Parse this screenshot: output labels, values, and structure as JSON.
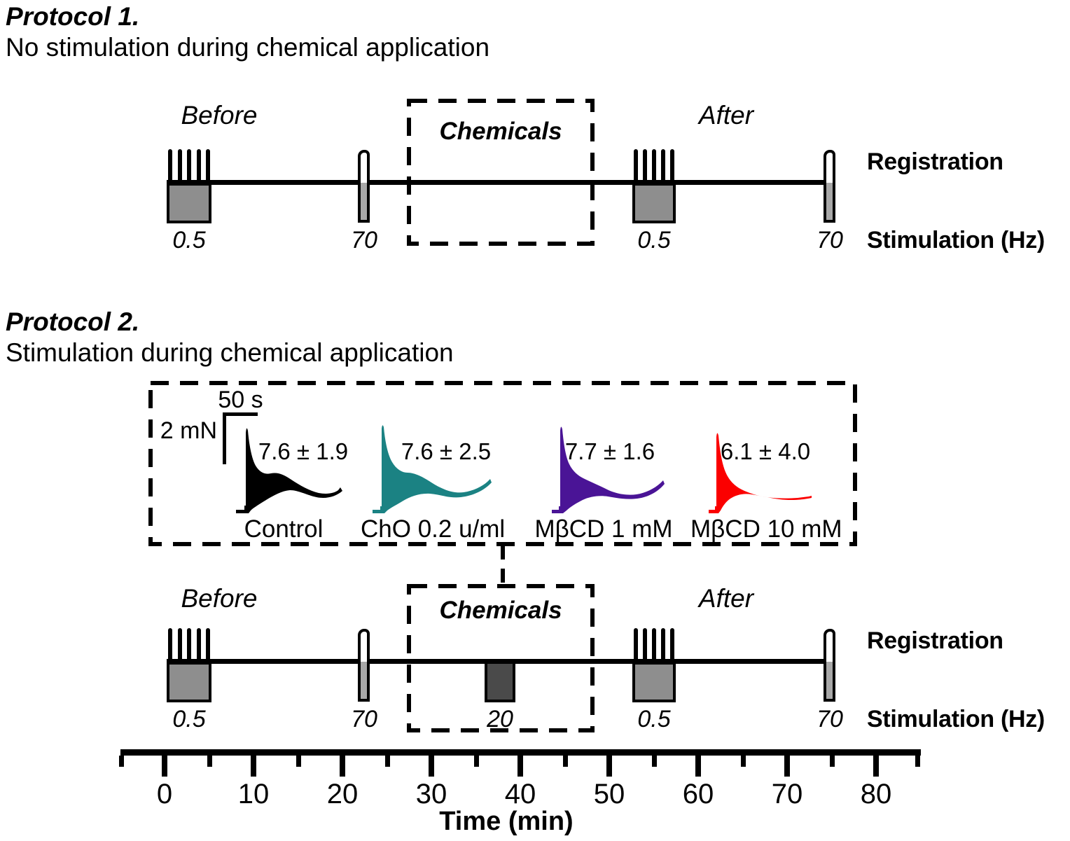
{
  "figure": {
    "protocol1": {
      "title": "Protocol 1.",
      "subtitle": "No stimulation during chemical application",
      "phase_labels": {
        "before": "Before",
        "chemicals": "Chemicals",
        "after": "After"
      },
      "row_labels": {
        "registration": "Registration",
        "stimulation": "Stimulation (Hz)"
      },
      "stimulation_hz": {
        "before_low": "0.5",
        "before_high": "70",
        "after_low": "0.5",
        "after_high": "70"
      }
    },
    "protocol2": {
      "title": "Protocol 2.",
      "subtitle": "Stimulation during chemical application",
      "phase_labels": {
        "before": "Before",
        "chemicals": "Chemicals",
        "after": "After"
      },
      "row_labels": {
        "registration": "Registration",
        "stimulation": "Stimulation (Hz)"
      },
      "stimulation_hz": {
        "before_low": "0.5",
        "before_high": "70",
        "during": "20",
        "after_low": "0.5",
        "after_high": "70"
      }
    },
    "inset": {
      "scale_bar": {
        "time": "50 s",
        "force": "2 mN"
      },
      "traces": [
        {
          "label": "Control",
          "value": "7.6 ± 1.9",
          "color": "#000000"
        },
        {
          "label": "ChO 0.2 u/ml",
          "value": "7.6 ± 2.5",
          "color": "#1B8283"
        },
        {
          "label": "MβCD 1 mM",
          "value": "7.7 ± 1.6",
          "color": "#4A1496"
        },
        {
          "label": "MβCD 10 mM",
          "value": "6.1 ± 4.0",
          "color": "#FB0000"
        }
      ]
    },
    "time_axis": {
      "tick_labels": [
        "0",
        "10",
        "20",
        "30",
        "40",
        "50",
        "60",
        "70",
        "80"
      ],
      "minor_step_min": 5,
      "axis_label": "Time (min)"
    },
    "colors": {
      "stim_low_box": "#8e8e8e",
      "stim_high_bar": "#a8a8a8",
      "stim_during_box": "#4a4a4a",
      "line": "#000000"
    }
  }
}
